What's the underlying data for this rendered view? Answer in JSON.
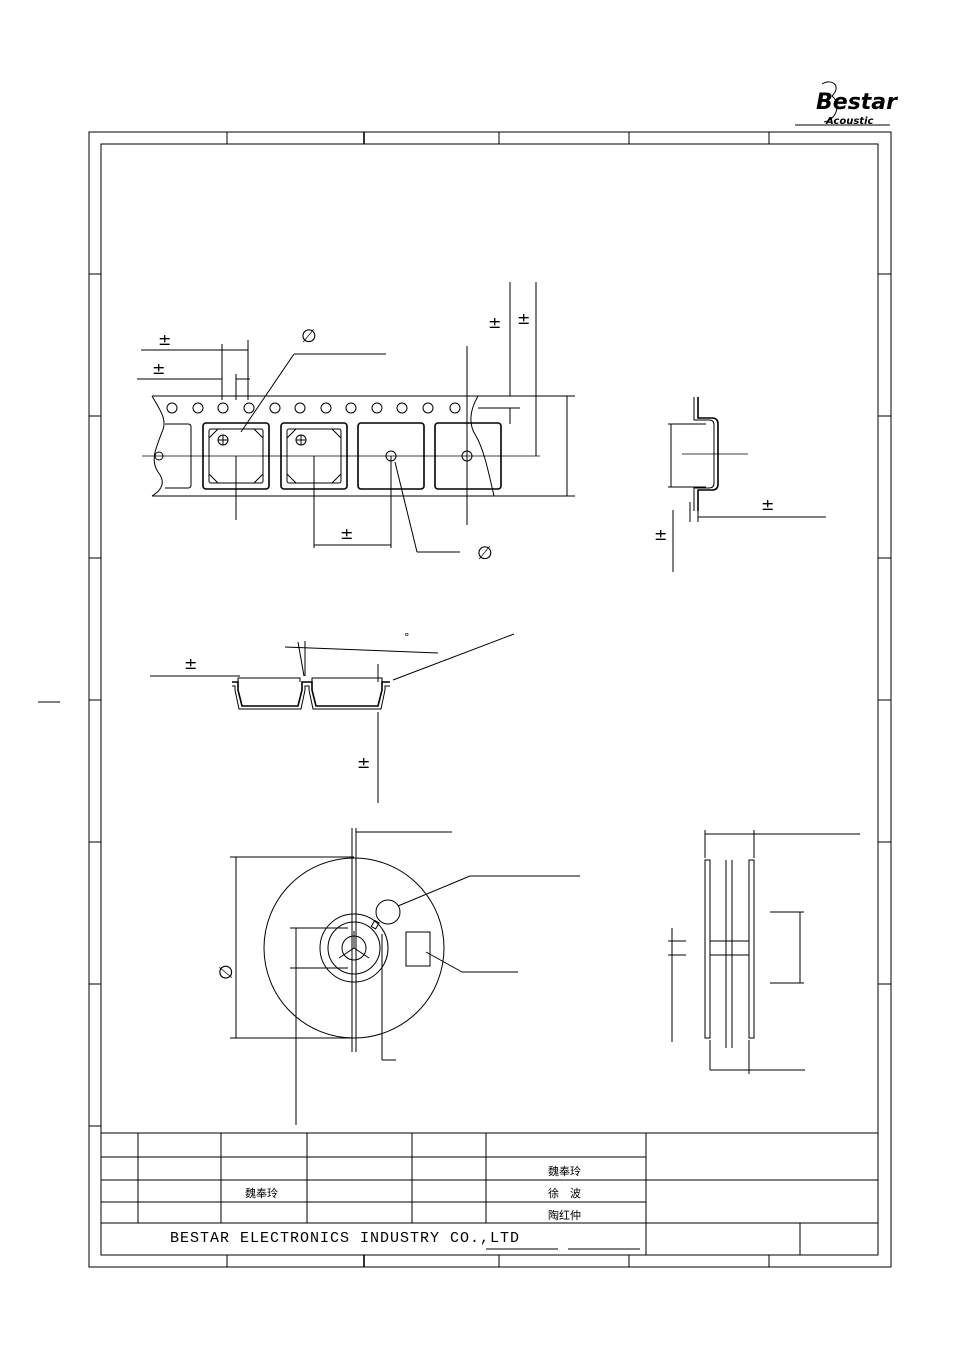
{
  "logo": {
    "brand": "Bestar",
    "sub": "Acoustic"
  },
  "symbols": {
    "tolerance": "±",
    "diameter": "∅",
    "degree": "°"
  },
  "title_block": {
    "company": "BESTAR ELECTRONICS INDUSTRY CO.,LTD",
    "names": [
      "魏奉玲",
      "魏奉玲",
      "徐　波",
      "陶红仲"
    ]
  }
}
